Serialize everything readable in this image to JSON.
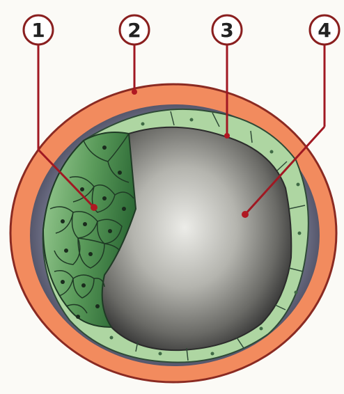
{
  "diagram": {
    "callouts": [
      {
        "id": "1",
        "label": "1"
      },
      {
        "id": "2",
        "label": "2"
      },
      {
        "id": "3",
        "label": "3"
      },
      {
        "id": "4",
        "label": "4"
      }
    ],
    "colors": {
      "zona_pellucida": "#f2895c",
      "zona_outline": "#8a1f1f",
      "inner_cell_mass_light": "#8fc48a",
      "inner_cell_mass_dark": "#2f6e39",
      "trophoblast": "#b9dfae",
      "cavity_center": "#e8e8e4",
      "cavity_edge": "#3a3a3a",
      "perivitelline_space": "#4f4f63",
      "leader_line": "#a01822"
    }
  }
}
